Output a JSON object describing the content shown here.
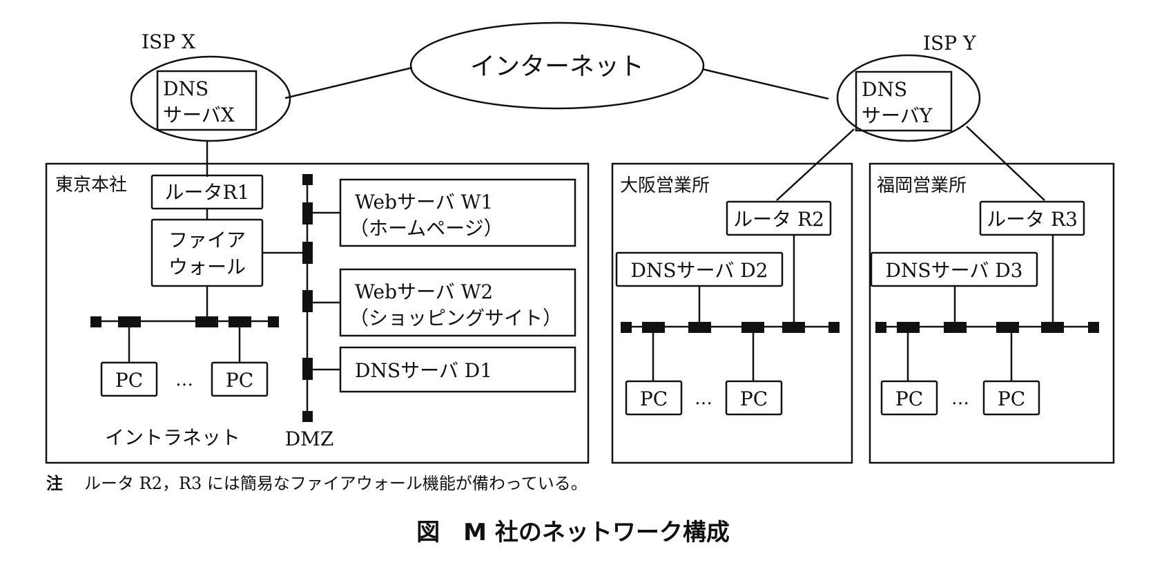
{
  "diagram": {
    "internet": "インターネット",
    "isp_x": {
      "label": "ISP X",
      "dns_line1": "DNS",
      "dns_line2": "サーバX"
    },
    "isp_y": {
      "label": "ISP Y",
      "dns_line1": "DNS",
      "dns_line2": "サーバY"
    },
    "tokyo": {
      "label": "東京本社",
      "router": "ルータR1",
      "firewall_line1": "ファイア",
      "firewall_line2": "ウォール",
      "pc": "PC",
      "ellipsis": "…",
      "intranet_label": "イントラネット",
      "dmz_label": "DMZ",
      "web_w1_line1": "Webサーバ W1",
      "web_w1_line2": "（ホームページ）",
      "web_w2_line1": "Webサーバ W2",
      "web_w2_line2": "（ショッピングサイト）",
      "dns_d1": "DNSサーバ D1"
    },
    "osaka": {
      "label": "大阪営業所",
      "router": "ルータ R2",
      "dns": "DNSサーバ D2",
      "pc": "PC",
      "ellipsis": "…"
    },
    "fukuoka": {
      "label": "福岡営業所",
      "router": "ルータ R3",
      "dns": "DNSサーバ D3",
      "pc": "PC",
      "ellipsis": "…"
    },
    "note_prefix": "注",
    "note": "ルータ R2，R3 には簡易なファイアウォール機能が備わっている。",
    "caption": "図　M 社のネットワーク構成"
  }
}
